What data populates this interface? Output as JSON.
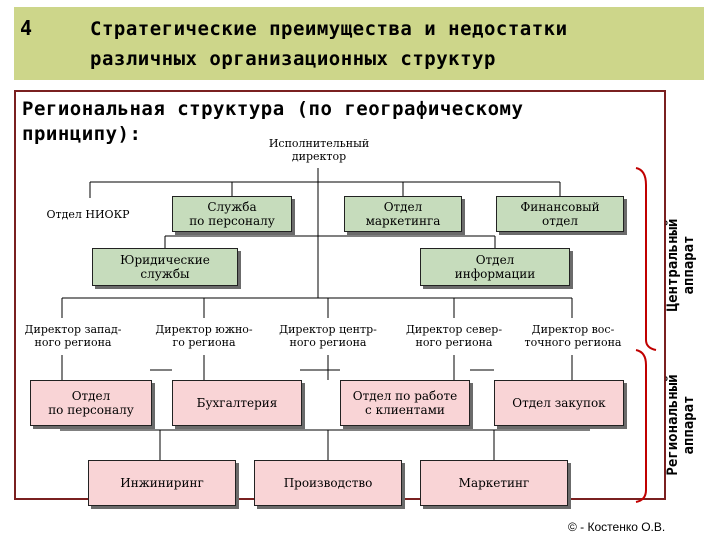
{
  "slide": {
    "number": "4",
    "title_line1": "Стратегические преимущества и недостатки",
    "title_line2": "различных организационных структур",
    "subtitle_line1": "Региональная структура (по географическому",
    "subtitle_line2": "принципу):",
    "copyright": "© - Костенко О.В."
  },
  "nodes": {
    "exec": "Исполнительный\nдиректор",
    "niokr": "Отдел НИОКР",
    "hr_service": "Служба\nпо персоналу",
    "marketing_dept": "Отдел\nмаркетинга",
    "finance": "Финансовый\nотдел",
    "legal": "Юридические\nслужбы",
    "info": "Отдел\nинформации",
    "dir_west": "Директор запад-\nного региона",
    "dir_south": "Директор южно-\nго региона",
    "dir_center": "Директор центр-\nного региона",
    "dir_north": "Директор север-\nного региона",
    "dir_east": "Директор вос-\nточного региона",
    "hr_dept": "Отдел\nпо персоналу",
    "accounting": "Бухгалтерия",
    "client_dept": "Отдел по работе\nс клиентами",
    "purchase": "Отдел закупок",
    "engineering": "Инжиниринг",
    "production": "Производство",
    "marketing": "Маркетинг"
  },
  "labels": {
    "central": "Центральный\nаппарат",
    "regional": "Региональный\nаппарат"
  },
  "colors": {
    "header_bg": "#cdd68a",
    "green_box": "#c6dcbc",
    "pink_box": "#f9d4d6",
    "bracket": "#c00000",
    "frame": "#7a2020"
  }
}
